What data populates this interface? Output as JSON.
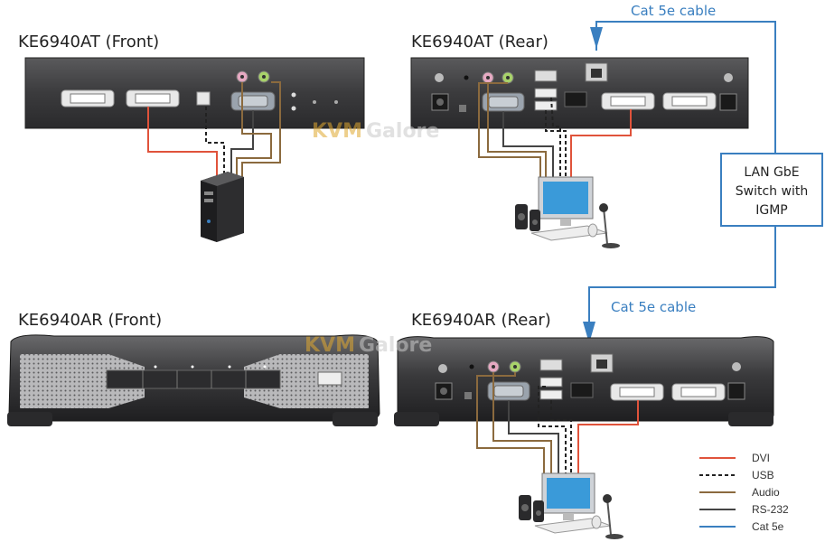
{
  "titles": {
    "tx_front": "KE6940AT (Front)",
    "tx_rear": "KE6940AT (Rear)",
    "rx_front": "KE6940AR (Front)",
    "rx_rear": "KE6940AR (Rear)"
  },
  "cables": {
    "top": "Cat 5e cable",
    "middle": "Cat 5e cable"
  },
  "switch_box": {
    "line1": "LAN GbE",
    "line2": "Switch with",
    "line3": "IGMP"
  },
  "watermark": {
    "part1": "KVM",
    "part2": "Galore"
  },
  "legend": [
    {
      "label": "DVI",
      "color": "#e0533b",
      "style": "solid"
    },
    {
      "label": "USB",
      "color": "#222222",
      "style": "dashed"
    },
    {
      "label": "Audio",
      "color": "#8b6a3e",
      "style": "solid"
    },
    {
      "label": "RS-232",
      "color": "#444444",
      "style": "solid"
    },
    {
      "label": "Cat 5e",
      "color": "#3a7fc0",
      "style": "solid"
    }
  ],
  "colors": {
    "device_body": "#3d3d3f",
    "dvi": "#e0533b",
    "usb": "#222222",
    "audio": "#8b6a3e",
    "rs232": "#444444",
    "cat5e": "#3a7fc0"
  }
}
